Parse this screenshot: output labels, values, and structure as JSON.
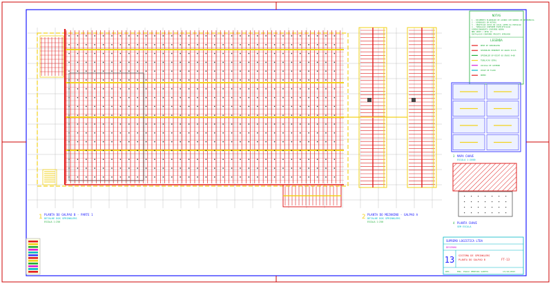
{
  "colors": {
    "frame": "#cc0000",
    "border": "#1a1aff",
    "grid": "#b0b0b0",
    "pipe_red": "#e21b1b",
    "pipe_yellow": "#f2d21a",
    "cyan": "#00b7c7",
    "green": "#1fae3a",
    "magenta": "#d81bd8",
    "hatch": "#e02020",
    "blue_panel": "#3a3aff"
  },
  "notes": {
    "header": "NOTAS",
    "lines": [
      "1 - DOCUMENTO ELABORADO DE ACORDO COM NORMAS DE REFERENCIA",
      "2 - DIMENSOES EM METROS",
      "3 - VERIFICAR COTAS NO LOCAL ANTES DA EXECUCAO",
      "4 - TUBULACAO CONFORME ESPECIFICACAO",
      "DIMENSIONAMENTO CONFORME NORMA",
      "NBR 10897 / NFPA 13",
      "INSTALACAO CONFORME PROJETO APROVADO"
    ]
  },
  "legend": {
    "header": "LEGENDA",
    "items": [
      {
        "label": "REDE DE SPRINKLERS",
        "color": "#e21b1b"
      },
      {
        "label": "SPRINKLER PENDENTE 68 GRAUS K=115",
        "color": "#e21b1b"
      },
      {
        "label": "SPRINKLER UP-RIGHT 68 GRAUS K=80",
        "color": "#1fae3a"
      },
      {
        "label": "TUBULACAO GERAL",
        "color": "#f2d21a"
      },
      {
        "label": "VALVULA DE GOVERNO",
        "color": "#d81bd8"
      },
      {
        "label": "CHAVE DE FLUXO",
        "color": "#00b7c7"
      },
      {
        "label": "DRENO",
        "color": "#e21b1b"
      }
    ]
  },
  "views": {
    "main_num": "1",
    "main_title": "PLANTA DO GALPAO B - PARTE 1",
    "main_sub": "DETALHE DOS SPRINKLERS",
    "main_scale": "ESCALA 1:250",
    "mezz_num": "2",
    "mezz_title": "PLANTA DO MEZANINO - GALPAO A",
    "mezz_sub": "DETALHE DOS SPRINKLERS",
    "mezz_scale": "ESCALA 1:250",
    "key_num": "3",
    "key_title": "MAPA CHAVE",
    "key_sub": "ESCALA 1:2000",
    "loc_num": "4",
    "loc_title": "PLANTA CHAVE",
    "loc_sub": "SEM ESCALA"
  },
  "title_block": {
    "company": "SUPREMO LOGISTICA LTDA",
    "section": "DESENHO",
    "sheet_number": "13",
    "desc_1": "SISTEMA DE SPRINKLERS",
    "desc_2": "PLANTA DO GALPAO B",
    "sheet_code": "FT-13",
    "drawn_label": "DES.",
    "footer_name": "ENG. PAULO PEREIRA SANTOS",
    "footer_date": "13/10/2023"
  }
}
